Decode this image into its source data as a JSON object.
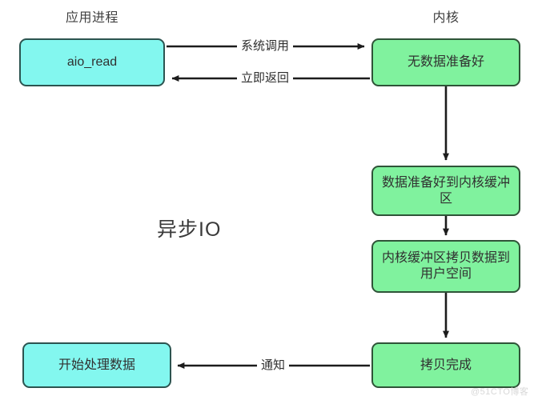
{
  "diagram": {
    "title": "异步IO",
    "lanes": [
      {
        "id": "app",
        "label": "应用进程"
      },
      {
        "id": "kernel",
        "label": "内核"
      }
    ],
    "nodes": [
      {
        "id": "aio-read",
        "label": "aio_read",
        "color": "cyan",
        "lane": "app"
      },
      {
        "id": "no-data-ready",
        "label": "无数据准备好",
        "color": "green",
        "lane": "kernel"
      },
      {
        "id": "data-ready-kernel-buffer",
        "label": "数据准备好到内核缓冲区",
        "color": "green",
        "lane": "kernel"
      },
      {
        "id": "copy-kernel-to-user",
        "label": "内核缓冲区拷贝数据到用户空间",
        "color": "green",
        "lane": "kernel"
      },
      {
        "id": "copy-complete",
        "label": "拷贝完成",
        "color": "green",
        "lane": "kernel"
      },
      {
        "id": "start-processing-data",
        "label": "开始处理数据",
        "color": "cyan",
        "lane": "app"
      }
    ],
    "edges": [
      {
        "id": "syscall",
        "label": "系统调用",
        "from": "aio-read",
        "to": "no-data-ready"
      },
      {
        "id": "return-immediately",
        "label": "立即返回",
        "from": "no-data-ready",
        "to": "aio-read"
      },
      {
        "id": "kernel-step-1",
        "label": "",
        "from": "no-data-ready",
        "to": "data-ready-kernel-buffer"
      },
      {
        "id": "kernel-step-2",
        "label": "",
        "from": "data-ready-kernel-buffer",
        "to": "copy-kernel-to-user"
      },
      {
        "id": "kernel-step-3",
        "label": "",
        "from": "copy-kernel-to-user",
        "to": "copy-complete"
      },
      {
        "id": "notify",
        "label": "通知",
        "from": "copy-complete",
        "to": "start-processing-data"
      }
    ],
    "watermark": "@51CTO博客",
    "colors": {
      "cyan_fill": "#83f7ef",
      "green_fill": "#80f29e",
      "cyan_stroke": "#2c5450",
      "green_stroke": "#2f5438",
      "edge_stroke": "#1c1c1c",
      "text": "#303030",
      "background": "#ffffff"
    }
  }
}
